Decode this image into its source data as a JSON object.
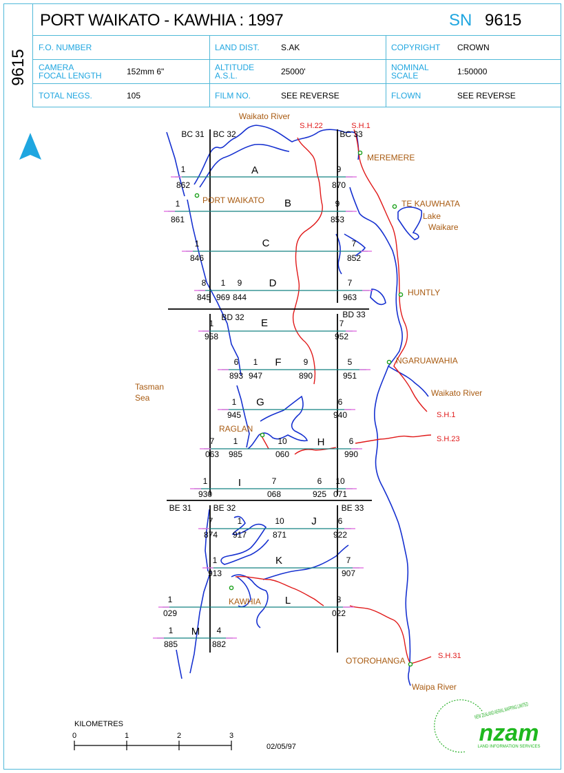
{
  "side_number": "9615",
  "title": "PORT WAIKATO - KAWHIA : 1997",
  "sn": {
    "label": "SN",
    "value": "9615"
  },
  "info": [
    [
      {
        "label": "F.O. NUMBER",
        "value": ""
      },
      {
        "label": "LAND DIST.",
        "value": "S.AK"
      },
      {
        "label": "COPYRIGHT",
        "value": "CROWN"
      }
    ],
    [
      {
        "label": "CAMERA\nFOCAL LENGTH",
        "value": "152mm 6\""
      },
      {
        "label": "ALTITUDE\nA.S.L.",
        "value": "25000'"
      },
      {
        "label": "NOMINAL\nSCALE",
        "value": "1:50000"
      }
    ],
    [
      {
        "label": "TOTAL NEGS.",
        "value": "105"
      },
      {
        "label": "FILM NO.",
        "value": "SEE REVERSE"
      },
      {
        "label": "FLOWN",
        "value": "SEE REVERSE"
      }
    ]
  ],
  "north": "N",
  "places": [
    "MEREMERE",
    "PORT WAIKATO",
    "TE KAUWHATA",
    "HUNTLY",
    "NGARUAWAHIA",
    "RAGLAN",
    "KAWHIA",
    "OTOROHANGA"
  ],
  "features": [
    "Waikato River",
    "Lake\nWaikare",
    "Waikato River",
    "Tasman\nSea",
    "Waipa River"
  ],
  "roads": [
    "S.H.22",
    "S.H.1",
    "S.H.1",
    "S.H.23",
    "S.H.31"
  ],
  "sheets": [
    "BC 31",
    "BC 32",
    "BC 33",
    "BD 32",
    "BD 33",
    "BE 31",
    "BE 32",
    "BE 33"
  ],
  "runs": [
    {
      "letter": "A",
      "labels": [
        [
          "1",
          "862"
        ],
        [
          "9",
          "870"
        ]
      ]
    },
    {
      "letter": "B",
      "labels": [
        [
          "1",
          "861"
        ],
        [
          "9",
          "853"
        ]
      ]
    },
    {
      "letter": "C",
      "labels": [
        [
          "1",
          "846"
        ],
        [
          "7",
          "852"
        ]
      ]
    },
    {
      "letter": "D",
      "labels": [
        [
          "8",
          "845"
        ],
        [
          "1",
          "969"
        ],
        [
          "9",
          "844"
        ],
        [
          "7",
          "963"
        ]
      ]
    },
    {
      "letter": "E",
      "labels": [
        [
          "1",
          "958"
        ],
        [
          "7",
          "952"
        ]
      ]
    },
    {
      "letter": "F",
      "labels": [
        [
          "6",
          "893"
        ],
        [
          "1",
          "947"
        ],
        [
          "9",
          "890"
        ],
        [
          "5",
          "951"
        ]
      ]
    },
    {
      "letter": "G",
      "labels": [
        [
          "1",
          "945"
        ],
        [
          "6",
          "940"
        ]
      ]
    },
    {
      "letter": "H",
      "labels": [
        [
          "7",
          "063"
        ],
        [
          "1",
          "985"
        ],
        [
          "10",
          "060"
        ],
        [
          "6",
          "990"
        ]
      ]
    },
    {
      "letter": "I",
      "labels": [
        [
          "1",
          "930"
        ],
        [
          "7",
          "068"
        ],
        [
          "6",
          "925"
        ],
        [
          "10",
          "071"
        ]
      ]
    },
    {
      "letter": "J",
      "labels": [
        [
          "7",
          "874"
        ],
        [
          "1",
          "917"
        ],
        [
          "10",
          "871"
        ],
        [
          "6",
          "922"
        ]
      ]
    },
    {
      "letter": "K",
      "labels": [
        [
          "1",
          "913"
        ],
        [
          "7",
          "907"
        ]
      ]
    },
    {
      "letter": "L",
      "labels": [
        [
          "1",
          "029"
        ],
        [
          "8",
          "022"
        ]
      ]
    },
    {
      "letter": "M",
      "labels": [
        [
          "1",
          "885"
        ],
        [
          "4",
          "882"
        ]
      ]
    }
  ],
  "scale": {
    "title": "KILOMETRES",
    "ticks": [
      "0",
      "1",
      "2",
      "3"
    ]
  },
  "date": "02/05/97",
  "logo": {
    "text": "nzam",
    "subtitle": "LAND INFORMATION SERVICES",
    "ring": "NEW ZEALAND AERIAL MAPPING LIMITED"
  }
}
